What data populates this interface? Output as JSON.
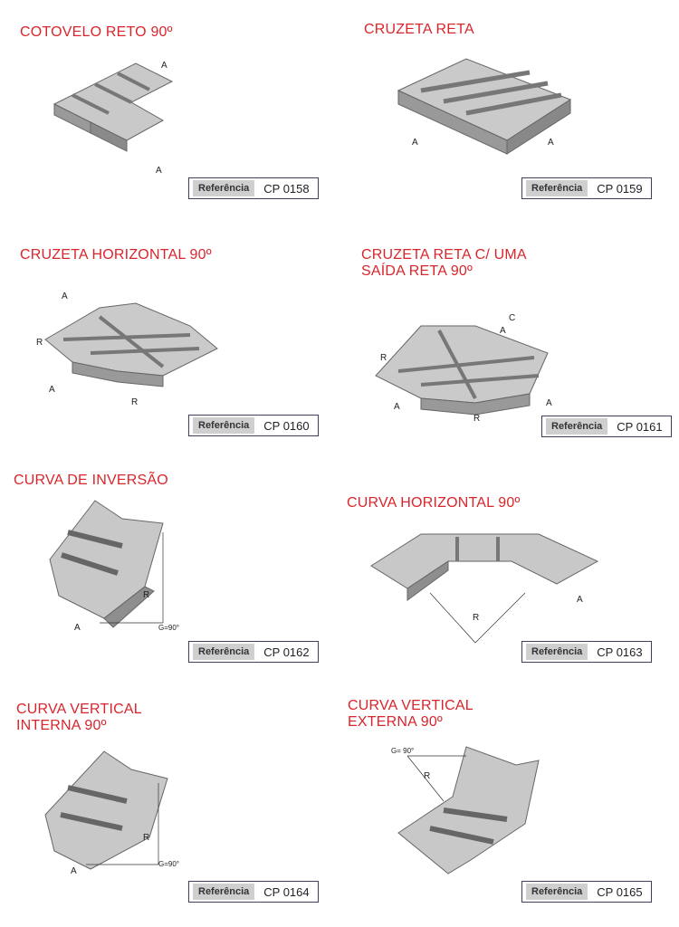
{
  "reference_label": "Referência",
  "products": [
    {
      "title": [
        "COTOVELO RETO 90º"
      ],
      "code": "CP 0158",
      "dims": [
        "A",
        "A"
      ]
    },
    {
      "title": [
        "CRUZETA RETA"
      ],
      "code": "CP 0159",
      "dims": [
        "A",
        "A"
      ]
    },
    {
      "title": [
        "CRUZETA HORIZONTAL 90º"
      ],
      "code": "CP 0160",
      "dims": [
        "A",
        "R",
        "A",
        "R"
      ]
    },
    {
      "title": [
        "CRUZETA RETA C/ UMA",
        "SAÍDA RETA 90º"
      ],
      "code": "CP 0161",
      "dims": [
        "C",
        "A",
        "R",
        "A",
        "R",
        "A"
      ]
    },
    {
      "title": [
        "CURVA DE INVERSÃO"
      ],
      "code": "CP 0162",
      "dims": [
        "R",
        "A",
        "G=90°"
      ]
    },
    {
      "title": [
        "CURVA HORIZONTAL 90º"
      ],
      "code": "CP 0163",
      "dims": [
        "R",
        "A"
      ]
    },
    {
      "title": [
        "CURVA VERTICAL",
        " INTERNA 90º"
      ],
      "code": "CP 0164",
      "dims": [
        "R",
        "A",
        "G=90°"
      ]
    },
    {
      "title": [
        "CURVA VERTICAL",
        "EXTERNA 90º"
      ],
      "code": "CP 0165",
      "dims": [
        "G= 90°",
        "R"
      ]
    }
  ]
}
